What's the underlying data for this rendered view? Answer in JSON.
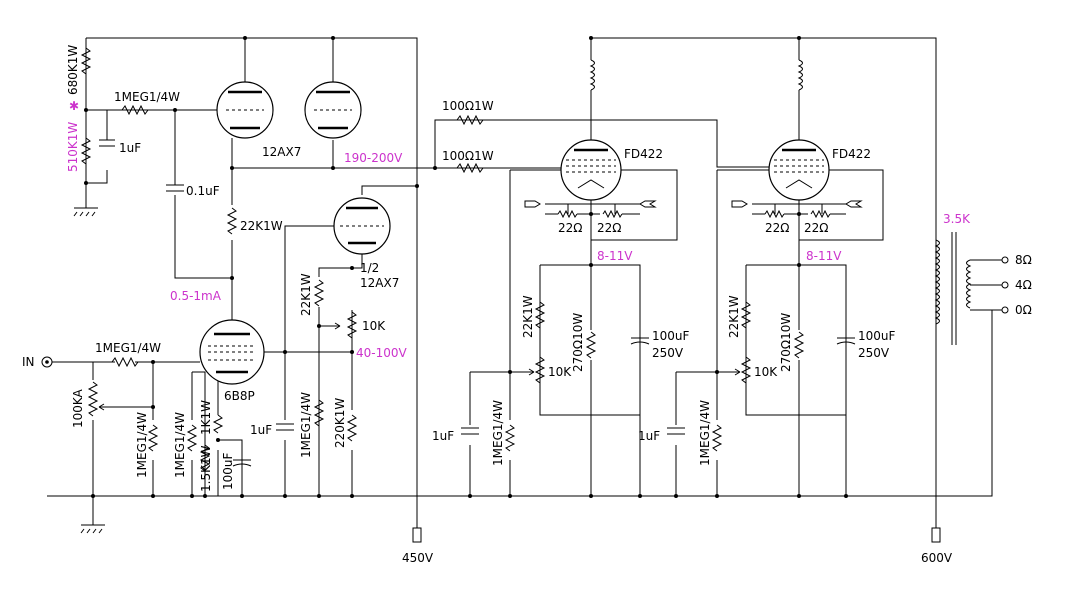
{
  "colors": {
    "wire": "#000000",
    "annotation": "#cc33cc",
    "background": "#ffffff"
  },
  "tubes": {
    "v1": "12AX7",
    "v2_line1": "1/2",
    "v2_line2": "12AX7",
    "v3": "6B8P",
    "out1": "FD422",
    "out2": "FD422"
  },
  "resistors": {
    "r680k": "680K1W",
    "r510k": "510K1W",
    "r1meg_top": "1MEG1/4W",
    "r22k_plate": "22K1W",
    "r1meg_in": "1MEG1/4W",
    "vol": "100KA",
    "r1meg_g": "1MEG1/4W",
    "r1meg_b": "1MEG1/4W",
    "r1k": "1K1W",
    "r15k": "1.5K1W",
    "r22k_pot": "22K1W",
    "pot10k": "10K",
    "r1meg_c": "1MEG1/4W",
    "r220k": "220K1W",
    "r100_a1": "100Ω1W",
    "r100_a2": "100Ω1W",
    "h1a": "22Ω",
    "h1b": "22Ω",
    "h2a": "22Ω",
    "h2b": "22Ω",
    "b1_22k": "22K1W",
    "b1_10k": "10K",
    "b1_270": "270Ω10W",
    "b1_1meg": "1MEG1/4W",
    "b2_22k": "22K1W",
    "b2_10k": "10K",
    "b2_270": "270Ω10W",
    "b2_1meg": "1MEG1/4W"
  },
  "capacitors": {
    "c1uf_top": "1uF",
    "c01": "0.1uF",
    "c1uf_mid": "1uF",
    "c100_cath": "100uF",
    "b1_1uf": "1uF",
    "b1_100_l1": "100uF",
    "b1_100_l2": "250V",
    "b2_1uf": "1uF",
    "b2_100_l1": "100uF",
    "b2_100_l2": "250V"
  },
  "annotations": {
    "v190": "190-200V",
    "ma": "0.5-1mA",
    "v40": "40-100V",
    "v8a": "8-11V",
    "v8b": "8-11V",
    "imp": "3.5K"
  },
  "terminals": {
    "input": "IN",
    "b450": "450V",
    "b600": "600V",
    "o8": "8Ω",
    "o4": "4Ω",
    "o0": "0Ω"
  },
  "marks": {
    "star": "✱"
  }
}
